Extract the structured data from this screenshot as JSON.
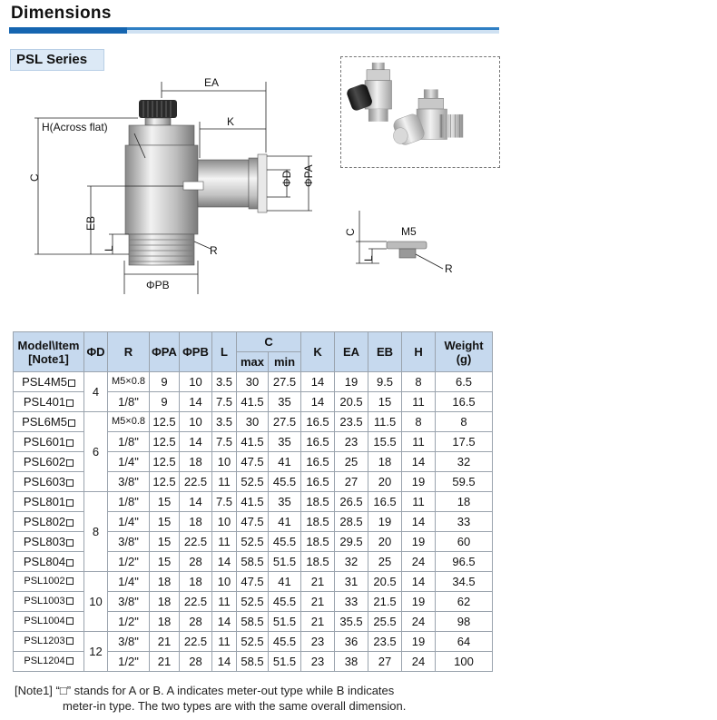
{
  "header": {
    "title": "Dimensions"
  },
  "series": {
    "label": "PSL Series"
  },
  "drawing": {
    "labels": {
      "ea": "EA",
      "k": "K",
      "h": "H(Across flat)",
      "c": "C",
      "d": "ΦD",
      "pa": "ΦPA",
      "eb": "EB",
      "l": "L",
      "r": "R",
      "pb": "ΦPB"
    }
  },
  "small_drawing": {
    "labels": {
      "c": "C",
      "m5": "M5",
      "l": "L",
      "r": "R"
    }
  },
  "table": {
    "headers": {
      "model": "Model\\Item",
      "model_note": "[Note1]",
      "d": "ΦD",
      "r": "R",
      "pa": "ΦPA",
      "pb": "ΦPB",
      "l": "L",
      "c": "C",
      "c_max": "max",
      "c_min": "min",
      "k": "K",
      "ea": "EA",
      "eb": "EB",
      "h": "H",
      "weight": "Weight",
      "weight_unit": "(g)"
    },
    "groups": [
      {
        "d": "4",
        "rows": [
          {
            "model": "PSL4M5",
            "r": "M5×0.8",
            "pa": "9",
            "pb": "10",
            "l": "3.5",
            "cmax": "30",
            "cmin": "27.5",
            "k": "14",
            "ea": "19",
            "eb": "9.5",
            "h": "8",
            "w": "6.5"
          },
          {
            "model": "PSL401",
            "r": "1/8\"",
            "pa": "9",
            "pb": "14",
            "l": "7.5",
            "cmax": "41.5",
            "cmin": "35",
            "k": "14",
            "ea": "20.5",
            "eb": "15",
            "h": "11",
            "w": "16.5"
          }
        ]
      },
      {
        "d": "6",
        "rows": [
          {
            "model": "PSL6M5",
            "r": "M5×0.8",
            "pa": "12.5",
            "pb": "10",
            "l": "3.5",
            "cmax": "30",
            "cmin": "27.5",
            "k": "16.5",
            "ea": "23.5",
            "eb": "11.5",
            "h": "8",
            "w": "8"
          },
          {
            "model": "PSL601",
            "r": "1/8\"",
            "pa": "12.5",
            "pb": "14",
            "l": "7.5",
            "cmax": "41.5",
            "cmin": "35",
            "k": "16.5",
            "ea": "23",
            "eb": "15.5",
            "h": "11",
            "w": "17.5"
          },
          {
            "model": "PSL602",
            "r": "1/4\"",
            "pa": "12.5",
            "pb": "18",
            "l": "10",
            "cmax": "47.5",
            "cmin": "41",
            "k": "16.5",
            "ea": "25",
            "eb": "18",
            "h": "14",
            "w": "32"
          },
          {
            "model": "PSL603",
            "r": "3/8\"",
            "pa": "12.5",
            "pb": "22.5",
            "l": "11",
            "cmax": "52.5",
            "cmin": "45.5",
            "k": "16.5",
            "ea": "27",
            "eb": "20",
            "h": "19",
            "w": "59.5"
          }
        ]
      },
      {
        "d": "8",
        "rows": [
          {
            "model": "PSL801",
            "r": "1/8\"",
            "pa": "15",
            "pb": "14",
            "l": "7.5",
            "cmax": "41.5",
            "cmin": "35",
            "k": "18.5",
            "ea": "26.5",
            "eb": "16.5",
            "h": "11",
            "w": "18"
          },
          {
            "model": "PSL802",
            "r": "1/4\"",
            "pa": "15",
            "pb": "18",
            "l": "10",
            "cmax": "47.5",
            "cmin": "41",
            "k": "18.5",
            "ea": "28.5",
            "eb": "19",
            "h": "14",
            "w": "33"
          },
          {
            "model": "PSL803",
            "r": "3/8\"",
            "pa": "15",
            "pb": "22.5",
            "l": "11",
            "cmax": "52.5",
            "cmin": "45.5",
            "k": "18.5",
            "ea": "29.5",
            "eb": "20",
            "h": "19",
            "w": "60"
          },
          {
            "model": "PSL804",
            "r": "1/2\"",
            "pa": "15",
            "pb": "28",
            "l": "14",
            "cmax": "58.5",
            "cmin": "51.5",
            "k": "18.5",
            "ea": "32",
            "eb": "25",
            "h": "24",
            "w": "96.5"
          }
        ]
      },
      {
        "d": "10",
        "rows": [
          {
            "model": "PSL1002",
            "r": "1/4\"",
            "pa": "18",
            "pb": "18",
            "l": "10",
            "cmax": "47.5",
            "cmin": "41",
            "k": "21",
            "ea": "31",
            "eb": "20.5",
            "h": "14",
            "w": "34.5"
          },
          {
            "model": "PSL1003",
            "r": "3/8\"",
            "pa": "18",
            "pb": "22.5",
            "l": "11",
            "cmax": "52.5",
            "cmin": "45.5",
            "k": "21",
            "ea": "33",
            "eb": "21.5",
            "h": "19",
            "w": "62"
          },
          {
            "model": "PSL1004",
            "r": "1/2\"",
            "pa": "18",
            "pb": "28",
            "l": "14",
            "cmax": "58.5",
            "cmin": "51.5",
            "k": "21",
            "ea": "35.5",
            "eb": "25.5",
            "h": "24",
            "w": "98"
          }
        ]
      },
      {
        "d": "12",
        "rows": [
          {
            "model": "PSL1203",
            "r": "3/8\"",
            "pa": "21",
            "pb": "22.5",
            "l": "11",
            "cmax": "52.5",
            "cmin": "45.5",
            "k": "23",
            "ea": "36",
            "eb": "23.5",
            "h": "19",
            "w": "64"
          },
          {
            "model": "PSL1204",
            "r": "1/2\"",
            "pa": "21",
            "pb": "28",
            "l": "14",
            "cmax": "58.5",
            "cmin": "51.5",
            "k": "23",
            "ea": "38",
            "eb": "27",
            "h": "24",
            "w": "100"
          }
        ]
      }
    ]
  },
  "note": {
    "line1": "[Note1] “□” stands for A or B. A indicates meter-out type while B indicates",
    "line2": "meter-in type. The two types are with the same overall dimension."
  }
}
